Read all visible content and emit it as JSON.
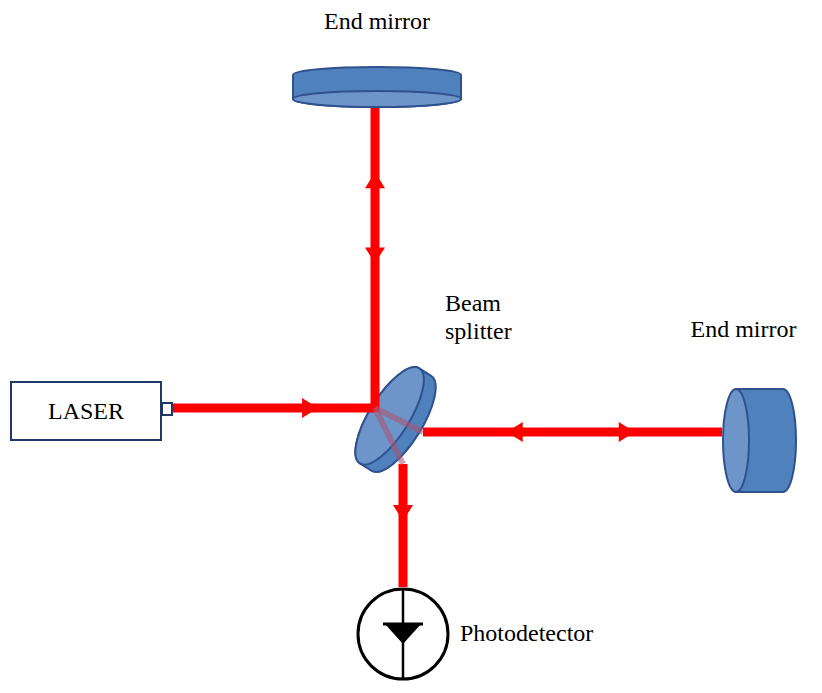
{
  "diagram": {
    "nodes": [
      {
        "text": [
          "End mirror"
        ]
      },
      {
        "text": [
          "Beam splitter"
        ]
      },
      {
        "text": [
          "End mirror"
        ]
      },
      {
        "text": [
          "LASER"
        ]
      },
      {
        "text": [
          "Photodetector"
        ]
      }
    ],
    "edges": [
      {
        "from": 3,
        "to": 1,
        "arrow": "to"
      },
      {
        "from": 1,
        "to": 0,
        "arrow": "both"
      },
      {
        "from": 1,
        "to": 2,
        "arrow": "both"
      },
      {
        "from": 1,
        "to": 4,
        "arrow": "to"
      }
    ]
  }
}
